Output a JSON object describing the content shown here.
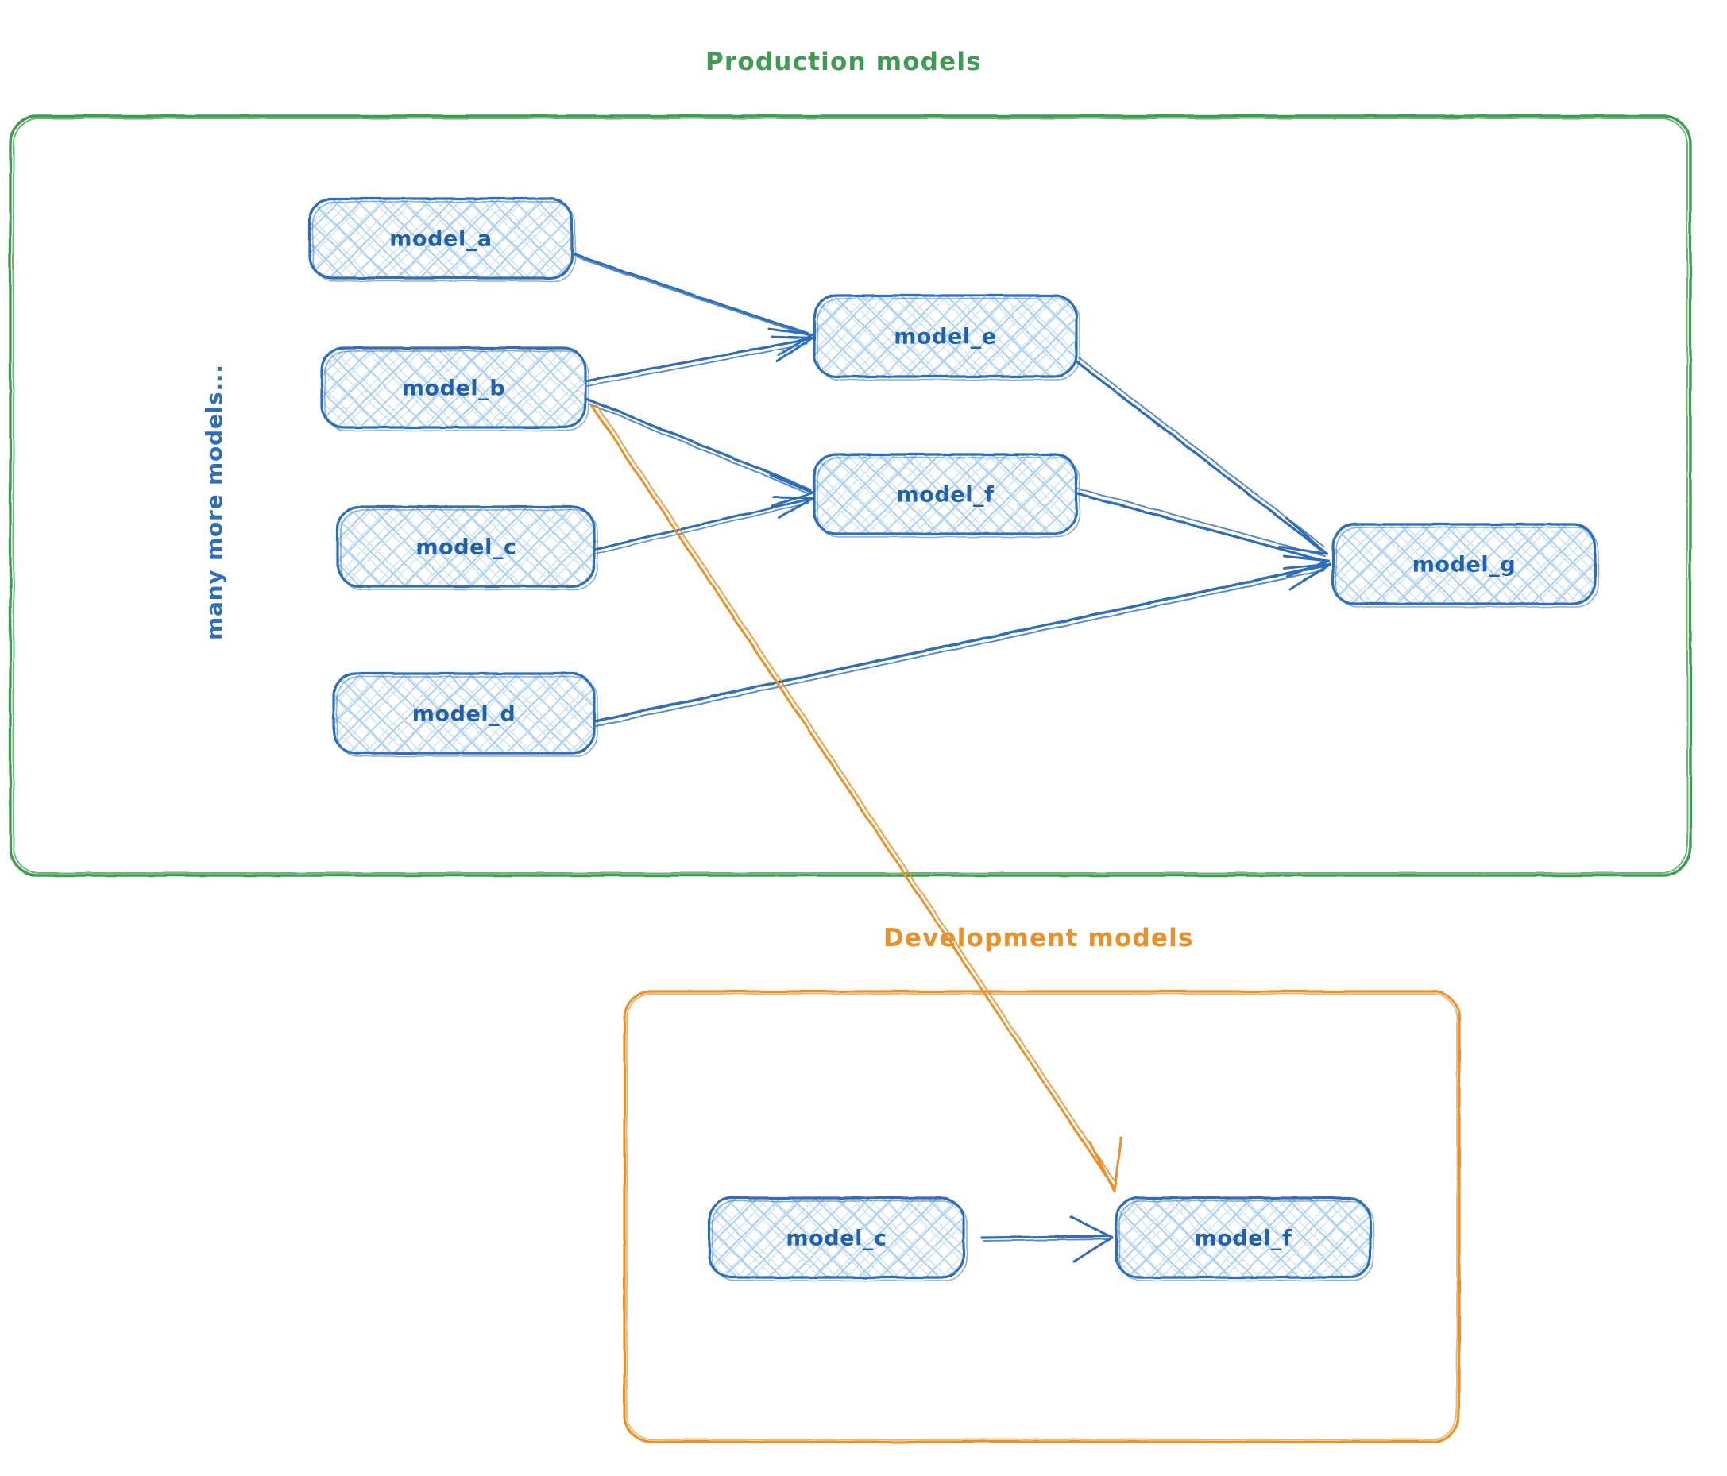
{
  "diagram": {
    "type": "dag-lineage",
    "style": "hand-drawn-sketch",
    "colors": {
      "production_border": "#3f9b51",
      "development_border": "#e8912c",
      "node_border": "#2e6eb8",
      "node_fill_hatch": "#a9cef0",
      "node_text": "#2060ac",
      "edge_production": "#2e6eb8",
      "edge_cross_environment": "#e8912c",
      "background": "#ffffff"
    },
    "side_note": "many more models..."
  },
  "groups": [
    {
      "id": "production",
      "title": "Production models",
      "title_color": "#3f9b51",
      "border_color": "#3f9b51"
    },
    {
      "id": "development",
      "title": "Development models",
      "title_color": "#e8912c",
      "border_color": "#e8912c"
    }
  ],
  "nodes": [
    {
      "id": "prod_a",
      "label": "model_a",
      "group": "production"
    },
    {
      "id": "prod_b",
      "label": "model_b",
      "group": "production"
    },
    {
      "id": "prod_c",
      "label": "model_c",
      "group": "production"
    },
    {
      "id": "prod_d",
      "label": "model_d",
      "group": "production"
    },
    {
      "id": "prod_e",
      "label": "model_e",
      "group": "production"
    },
    {
      "id": "prod_f",
      "label": "model_f",
      "group": "production"
    },
    {
      "id": "prod_g",
      "label": "model_g",
      "group": "production"
    },
    {
      "id": "dev_c",
      "label": "model_c",
      "group": "development"
    },
    {
      "id": "dev_f",
      "label": "model_f",
      "group": "development"
    }
  ],
  "edges": [
    {
      "from": "model_a",
      "to": "model_e",
      "color": "blue"
    },
    {
      "from": "model_b",
      "to": "model_e",
      "color": "blue"
    },
    {
      "from": "model_b",
      "to": "model_f",
      "color": "blue"
    },
    {
      "from": "model_c",
      "to": "model_f",
      "color": "blue"
    },
    {
      "from": "model_e",
      "to": "model_g",
      "color": "blue"
    },
    {
      "from": "model_f",
      "to": "model_g",
      "color": "blue"
    },
    {
      "from": "model_d",
      "to": "model_g",
      "color": "blue"
    },
    {
      "from": "model_b",
      "to": "model_f (development)",
      "color": "orange"
    },
    {
      "from": "model_c (development)",
      "to": "model_f (development)",
      "color": "blue"
    }
  ]
}
